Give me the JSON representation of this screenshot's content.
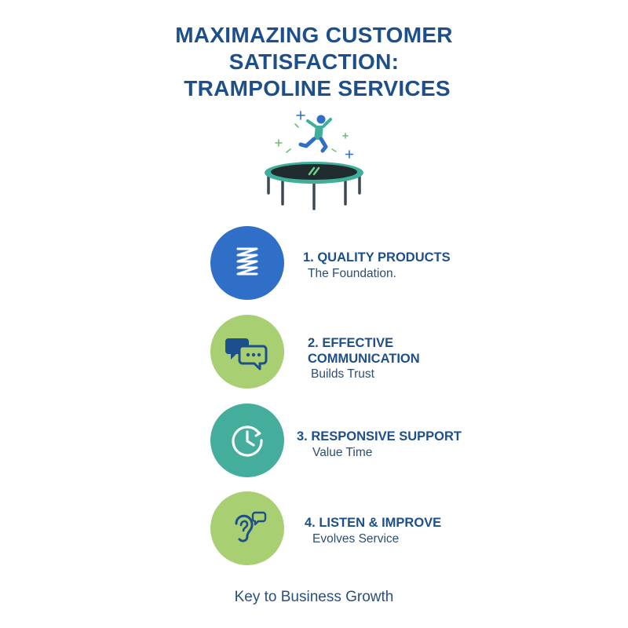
{
  "title": {
    "line1": "MAXIMAZING CUSTOMER",
    "line2": "SATISFACTION:",
    "line3": " TRAMPOLINE SERVICES"
  },
  "colors": {
    "title": "#1d4f8a",
    "blue": "#2f6fc8",
    "green": "#a8cf72",
    "teal": "#44ad9b",
    "trampoline_rim": "#3fae9a",
    "trampoline_mat": "#1f2b2c"
  },
  "steps": [
    {
      "heading_lines": [
        "1. QUALITY PRODUCTS"
      ],
      "subtitle": "The Foundation.",
      "icon": "spring-icon",
      "color": "#2f6fc8"
    },
    {
      "heading_lines": [
        "2. EFFECTIVE",
        "COMMUNICATION"
      ],
      "subtitle": "Builds Trust",
      "icon": "chat-bubbles-icon",
      "color": "#a8cf72"
    },
    {
      "heading_lines": [
        "3. RESPONSIVE SUPPORT"
      ],
      "subtitle": "Value Time",
      "icon": "clock-icon",
      "color": "#44ad9b"
    },
    {
      "heading_lines": [
        "4. LISTEN & IMPROVE"
      ],
      "subtitle": "Evolves Service",
      "icon": "ear-icon",
      "color": "#a8cf72"
    }
  ],
  "hero_icon": "jumping-person-trampoline-icon",
  "footer": "Key to Business Growth"
}
